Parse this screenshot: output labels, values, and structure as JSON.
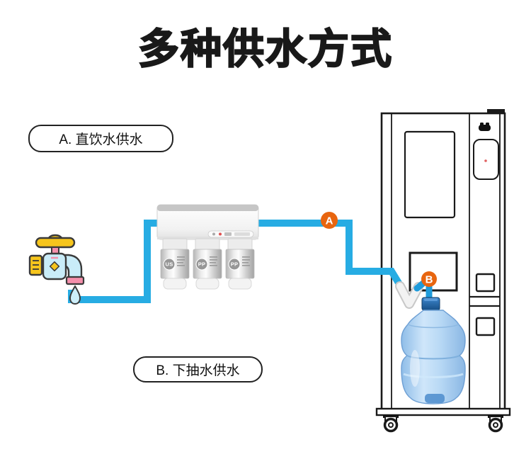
{
  "title": "多种供水方式",
  "callouts": {
    "a": {
      "label": "A. 直饮水供水"
    },
    "b": {
      "label": "B. 下抽水供水"
    }
  },
  "markers": {
    "a": "A",
    "b": "B"
  },
  "filter_unit": {
    "cartridge_badges": [
      "US",
      "PP",
      "PP"
    ]
  },
  "colors": {
    "pipe_cyan": "#27ace3",
    "pipe_blue": "#1e9bdb",
    "marker_orange": "#e8650f",
    "machine_outline": "#1a1a1a",
    "faucet_yellow": "#f6c51c",
    "faucet_pink": "#f48fab",
    "faucet_body_blue": "#c9ecf8",
    "bottle_blue": "#a9cdf0"
  }
}
